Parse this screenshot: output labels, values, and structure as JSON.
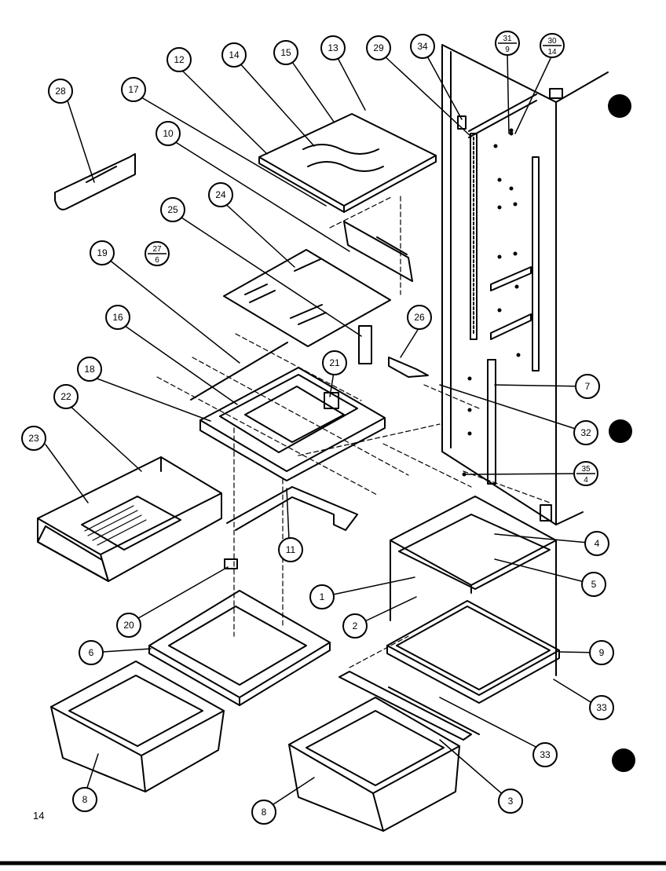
{
  "page_number": "14",
  "callouts": {
    "c1": "1",
    "c2": "2",
    "c3": "3",
    "c4": "4",
    "c5": "5",
    "c6": "6",
    "c7": "7",
    "c8a": "8",
    "c8b": "8",
    "c9": "9",
    "c10": "10",
    "c11": "11",
    "c12": "12",
    "c13": "13",
    "c14": "14",
    "c15": "15",
    "c16": "16",
    "c17": "17",
    "c18": "18",
    "c19": "19",
    "c20": "20",
    "c21": "21",
    "c22": "22",
    "c23": "23",
    "c24": "24",
    "c25": "25",
    "c26": "26",
    "c28": "28",
    "c29": "29",
    "c32": "32",
    "c33a": "33",
    "c33b": "33",
    "c34": "34"
  },
  "fraction_callouts": {
    "f31_9": {
      "top": "31",
      "bottom": "9"
    },
    "f30_14": {
      "top": "30",
      "bottom": "14"
    },
    "f27_6": {
      "top": "27",
      "bottom": "6"
    },
    "f35_4": {
      "top": "35",
      "bottom": "4"
    }
  }
}
